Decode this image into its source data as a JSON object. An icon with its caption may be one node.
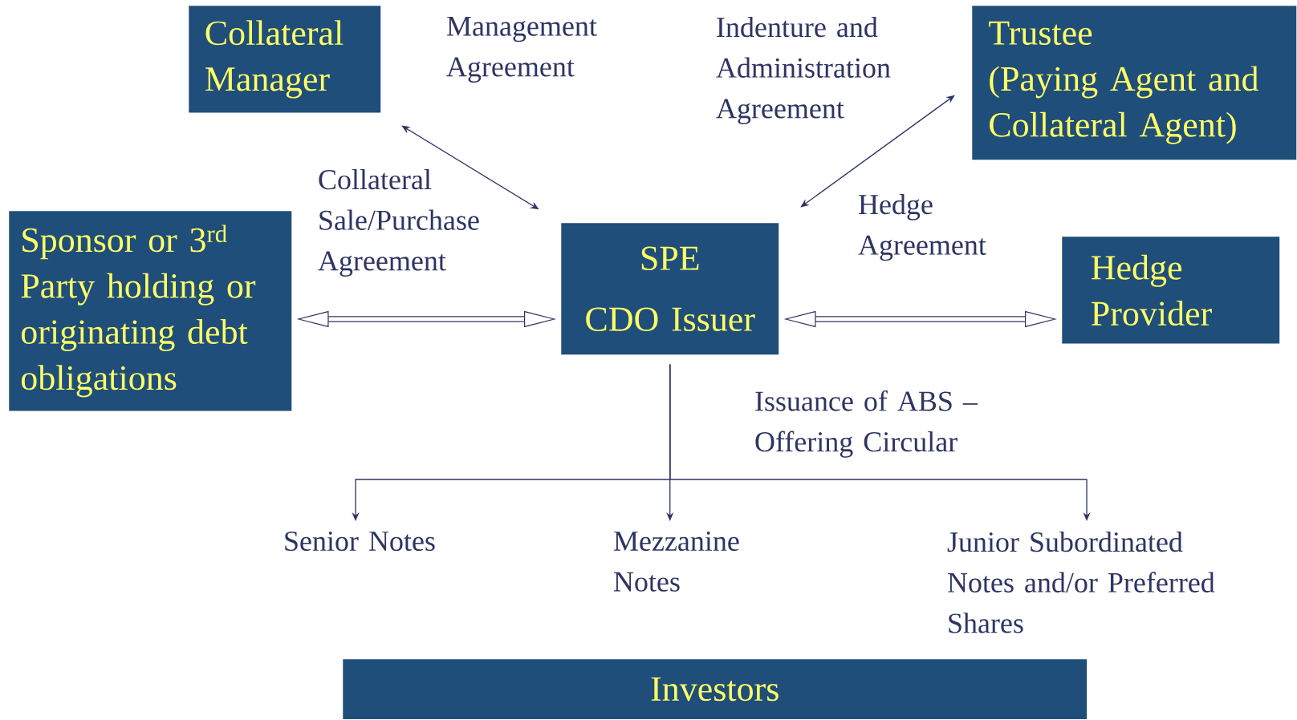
{
  "diagram": {
    "nodes": [
      {
        "text": [
          "Collateral Manager"
        ]
      },
      {
        "text": [
          "Trustee",
          "(Paying Agent and Collateral Agent)"
        ]
      },
      {
        "text": [
          "Sponsor or 3$^{rd}$ Party holding or originating debt obligations"
        ]
      },
      {
        "text": [
          "SPE",
          "CDO Issuer"
        ]
      },
      {
        "text": [
          "Hedge Provider"
        ]
      },
      {
        "text": [
          "Senior Notes"
        ]
      },
      {
        "text": [
          "Mezzanine Notes"
        ]
      },
      {
        "text": [
          "Junior Subordinated Notes and/or Preferred Shares"
        ]
      },
      {
        "text": [
          "Investors"
        ]
      }
    ],
    "edges": [
      {
        "from": 0,
        "to": 3,
        "arrow": "both",
        "label": "Management Agreement"
      },
      {
        "from": 1,
        "to": 3,
        "arrow": "both",
        "label": "Indenture and Administration Agreement"
      },
      {
        "from": 2,
        "to": 3,
        "arrow": "both",
        "style": "thick",
        "label": "Collateral Sale/Purchase Agreement"
      },
      {
        "from": 3,
        "to": 4,
        "arrow": "both",
        "style": "thick",
        "label": "Hedge Agreement"
      },
      {
        "from": 3,
        "to": 5,
        "arrow": "to"
      },
      {
        "from": 3,
        "to": 6,
        "arrow": "to"
      },
      {
        "from": 3,
        "to": 7,
        "arrow": "to",
        "label": "Issuance of ABS – Offering Circular"
      }
    ]
  }
}
